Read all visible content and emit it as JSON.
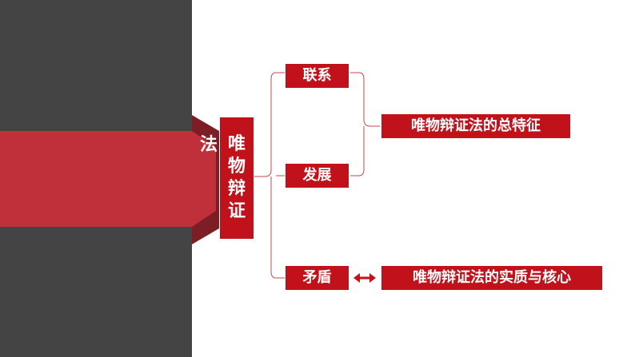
{
  "diagram": {
    "stub_text": "法",
    "root": "唯物辩证",
    "children": [
      {
        "id": "c1",
        "label": "联系"
      },
      {
        "id": "c2",
        "label": "发展"
      },
      {
        "id": "c3",
        "label": "矛盾"
      }
    ],
    "summaries": [
      {
        "id": "s1",
        "label": "唯物辩证法的总特征"
      },
      {
        "id": "s2",
        "label": "唯物辩证法的实质与核心"
      }
    ],
    "colors": {
      "accent": "#c1121c",
      "band": "#c0303a",
      "dark": "#444444",
      "line": "#c8474e"
    }
  }
}
